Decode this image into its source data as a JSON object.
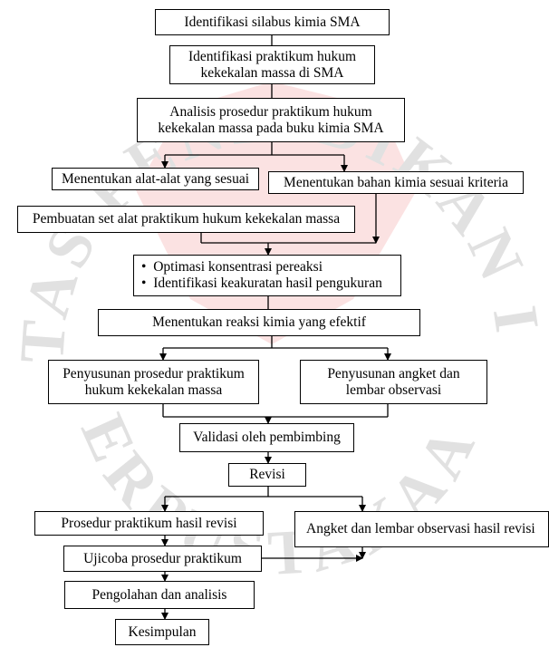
{
  "colors": {
    "watermark_text": "#c9c9c9",
    "watermark_logo": "#f08a8a",
    "line": "#000000"
  },
  "watermark": {
    "text_top": "UNIVERSITAS PENDIDIKAN INDONESIA",
    "text_bottom": "PERPUSTAKAAN"
  },
  "steps": {
    "identifikasi_silabus": "Identifikasi silabus kimia SMA",
    "identifikasi_praktikum": [
      "Identifikasi praktikum hukum",
      "kekekalan massa di SMA"
    ],
    "analisis_prosedur": [
      "Analisis prosedur praktikum hukum",
      "kekekalan massa pada buku kimia SMA"
    ],
    "menentukan_alat": "Menentukan alat-alat yang sesuai",
    "menentukan_bahan": "Menentukan bahan kimia sesuai kriteria",
    "pembuatan_set_alat": "Pembuatan set alat praktikum hukum kekekalan massa",
    "optimasi": [
      "Optimasi konsentrasi pereaksi",
      "Identifikasi keakuratan hasil pengukuran"
    ],
    "menentukan_reaksi": "Menentukan reaksi kimia yang efektif",
    "penyusunan_prosedur": [
      "Penyusunan prosedur praktikum",
      "hukum kekekalan massa"
    ],
    "penyusunan_angket": [
      "Penyusunan angket dan",
      "lembar observasi"
    ],
    "validasi": "Validasi oleh pembimbing",
    "revisi": "Revisi",
    "prosedur_hasil_revisi": "Prosedur praktikum hasil revisi",
    "angket_hasil_revisi": "Angket dan lembar observasi hasil revisi",
    "ujicoba": "Ujicoba prosedur praktikum",
    "pengolahan": "Pengolahan dan analisis",
    "kesimpulan": "Kesimpulan"
  }
}
